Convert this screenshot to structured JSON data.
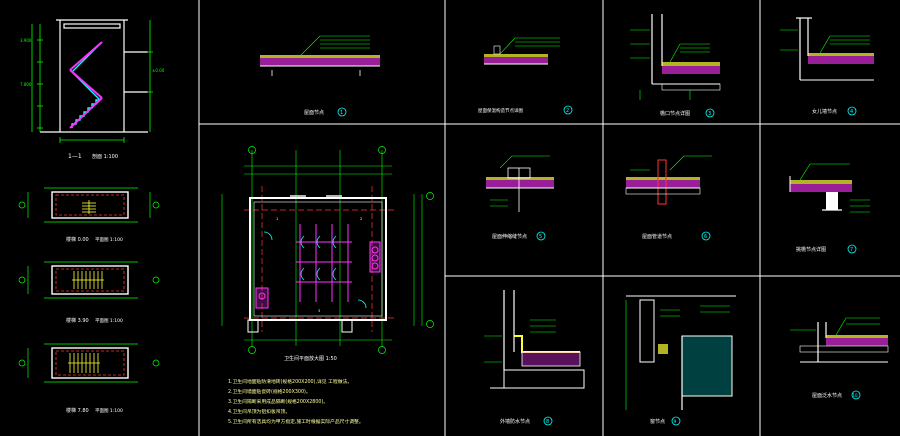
{
  "colors": {
    "background": "#000000",
    "frame": "#ffffff",
    "wall": "#ffffff",
    "dimension": "#00ff00",
    "axis": "#ff3333",
    "fixture": "#ff33ff",
    "stair": "#ffff33",
    "note": "#ffff99",
    "cyan": "#00ffff",
    "material": "#ff33ff"
  },
  "panels": {
    "stair_section": {
      "title": "1—1",
      "subtitle": "剖面 1:100"
    },
    "stair_plan_1": {
      "title": "楼梯 0.00",
      "subtitle": "平面图 1:100"
    },
    "stair_plan_2": {
      "title": "楼梯 3.90",
      "subtitle": "平面图 1:100"
    },
    "stair_plan_3": {
      "title": "楼梯 7.80",
      "subtitle": "平面图 1:100"
    },
    "detail_1": {
      "title": "屋面节点",
      "num": "1"
    },
    "detail_2": {
      "title": "屋面保温构造节点详图",
      "num": "2"
    },
    "detail_3": {
      "title": "檐口节点详图",
      "num": "3"
    },
    "detail_4": {
      "title": "女儿墙节点",
      "num": "4"
    },
    "detail_5": {
      "title": "屋面伸缩缝节点",
      "num": "5"
    },
    "detail_6": {
      "title": "屋面管道节点",
      "num": "6"
    },
    "detail_7": {
      "title": "挑檐节点详图",
      "num": "7"
    },
    "detail_8": {
      "title": "外墙防水节点",
      "num": "8"
    },
    "detail_9": {
      "title": "窗节点",
      "num": "9"
    },
    "detail_10": {
      "title": "屋面泛水节点",
      "num": "10"
    },
    "toilet_plan": {
      "title": "卫生间平面放大图 1:50"
    }
  },
  "notes": [
    "1.卫生间地面贴防滑地砖(规格200X200),详见 工程做法。",
    "2.卫生间墙面贴瓷砖(规格200X300)。",
    "3.卫生间隔断采用成品隔断(规格200X2800)。",
    "4.卫生间吊顶为铝扣板吊顶。",
    "5.卫生间所有洁具均为甲方指定,施工时根据实际产品尺寸调整。"
  ]
}
